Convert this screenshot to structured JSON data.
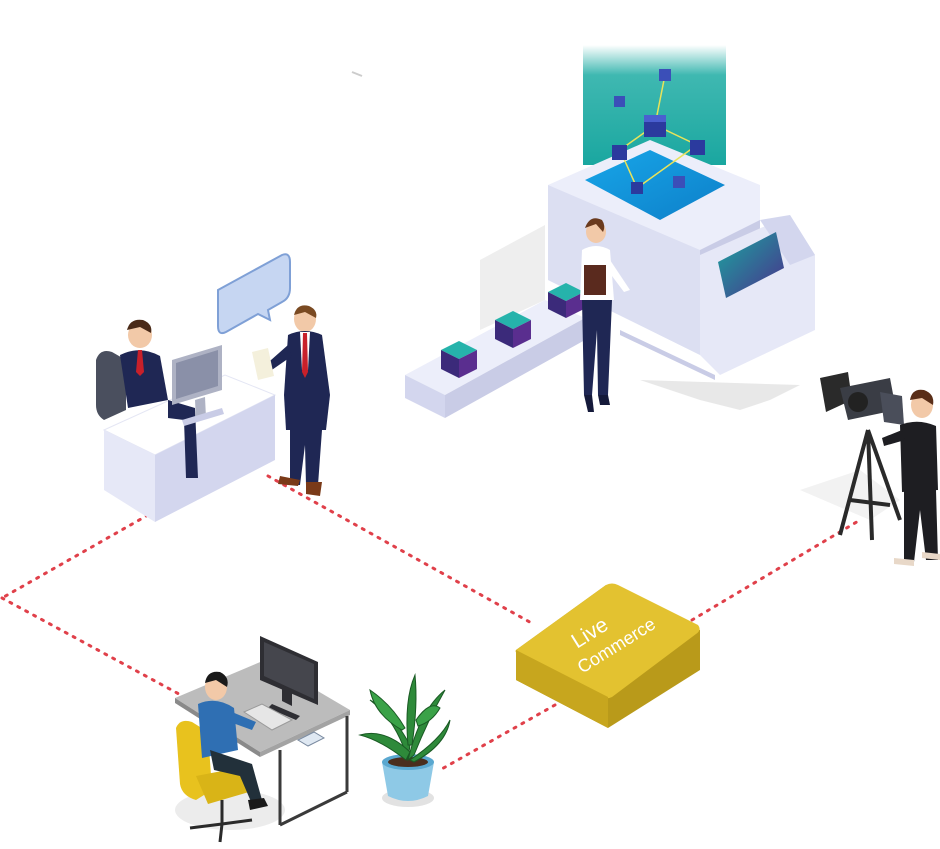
{
  "hub": {
    "line1": "Live",
    "line2": "Commerce"
  },
  "colors": {
    "connector": "#e0404a",
    "hub_top": "#e3c230",
    "hub_side": "#b99a1a",
    "platform_light": "#eceefa",
    "platform_shade": "#c9cce6",
    "teal": "#1aa7a0",
    "navy_suit": "#1f2754",
    "purple_cube": "#5a2e8f",
    "teal_cube": "#1f9c97",
    "chair_yellow": "#e8c21e",
    "shirt_blue": "#2f6fb3"
  },
  "nodes": [
    {
      "name": "office-meeting-scene"
    },
    {
      "name": "factory-machine-scene"
    },
    {
      "name": "camera-operator-scene"
    },
    {
      "name": "desk-worker-scene"
    },
    {
      "name": "potted-plant"
    }
  ]
}
